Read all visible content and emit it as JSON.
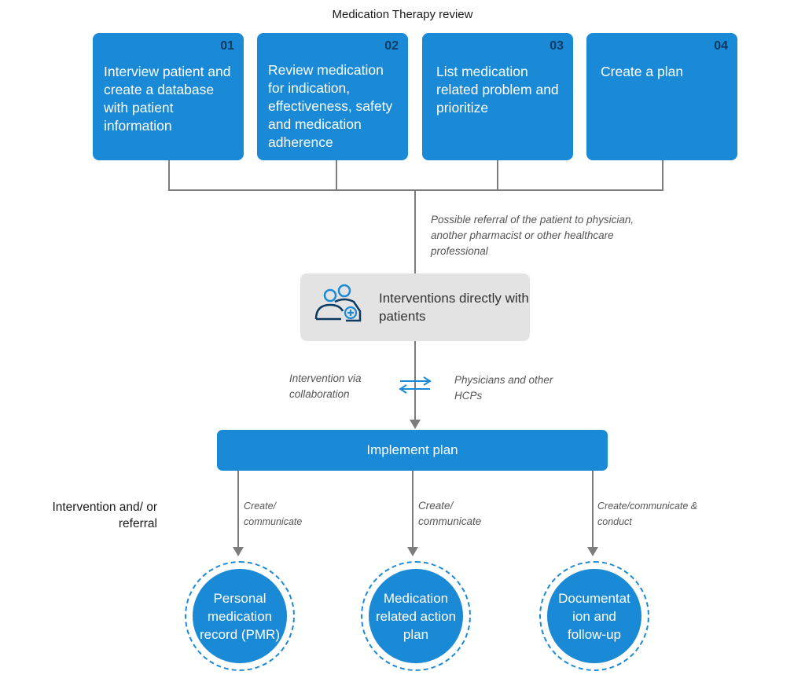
{
  "title": "Medication Therapy review",
  "steps": [
    {
      "num": "01",
      "text": "Interview patient and create a database with patient information"
    },
    {
      "num": "02",
      "text": "Review medication for indication, effectiveness, safety and medication adherence"
    },
    {
      "num": "03",
      "text": "List medication related problem and prioritize"
    },
    {
      "num": "04",
      "text": "Create a plan"
    }
  ],
  "referral_note": "Possible referral of the patient to physician, another pharmacist or other healthcare professional",
  "interventions_label": "Interventions directly with patients",
  "collab_left": "Intervention via collaboration",
  "collab_right": "Physicians and other HCPs",
  "implement_label": "Implement plan",
  "side_label": "Intervention and/ or referral",
  "arrow_labels": [
    "Create/ communicate",
    "Create/ communicate",
    "Create/communicate & conduct"
  ],
  "outcomes": [
    "Personal medication record (PMR)",
    "Medication related action plan",
    "Documentat ion and follow-up"
  ],
  "colors": {
    "primary": "#1a8ad6",
    "number": "#0d3a63",
    "grey_box": "#e3e3e3",
    "line": "#7d7d7d"
  },
  "icons": {
    "interventions": "patient-with-doctor-icon",
    "collab": "two-way-arrows-icon"
  }
}
